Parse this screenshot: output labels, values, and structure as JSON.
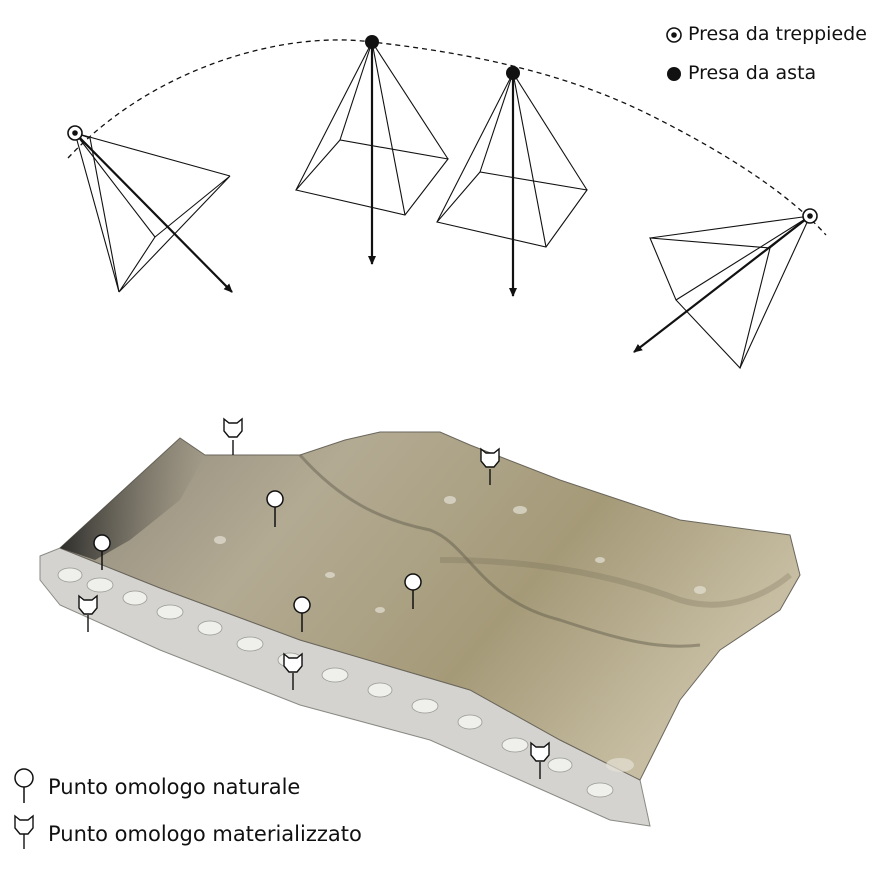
{
  "legend_cameras": {
    "tripod": {
      "label": "Presa da treppiede",
      "icon": "tripod-shot-icon"
    },
    "pole": {
      "label": "Presa da asta",
      "icon": "pole-shot-icon"
    }
  },
  "legend_points": {
    "natural": {
      "label": "Punto omologo naturale",
      "icon": "natural-point-icon"
    },
    "materialized": {
      "label": "Punto omologo materializzato",
      "icon": "materialized-point-icon"
    }
  },
  "colors": {
    "line": "#111111",
    "terrain_light": "#b9ae91",
    "terrain_dark": "#4a4a44",
    "gravel": "#d9d9d6"
  }
}
